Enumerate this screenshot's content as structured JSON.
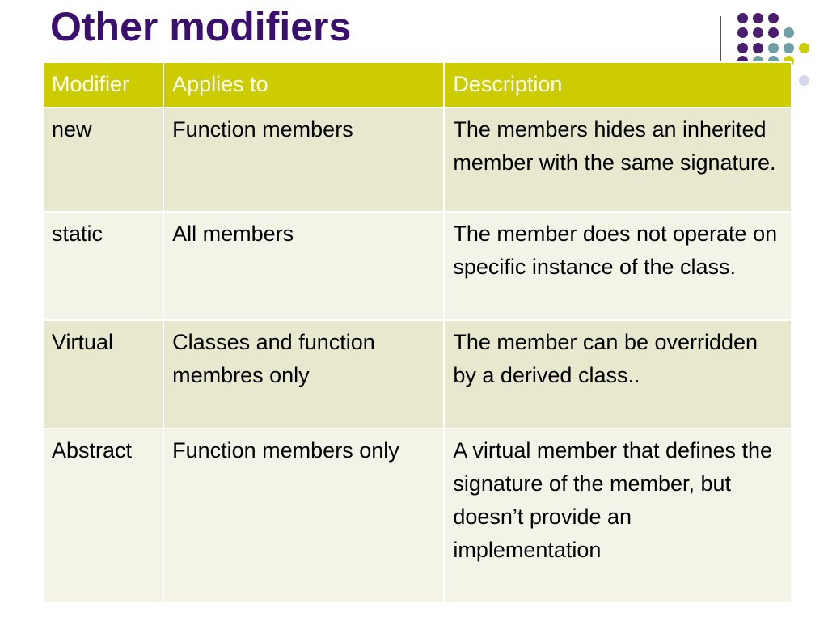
{
  "slide": {
    "title": "Other modifiers"
  },
  "colors": {
    "title": "#3a0f6e",
    "header_bg": "#cccc00",
    "header_text": "#ffffff",
    "row_odd_bg": "#e8e8cf",
    "row_even_bg": "#f3f3e8",
    "dot_purple": "#4b1d6e",
    "dot_teal": "#6f9ea4",
    "dot_yellow": "#cccc00",
    "dot_lavender": "#d4d6ee"
  },
  "table": {
    "headers": [
      "Modifier",
      "Applies to",
      "Description"
    ],
    "rows": [
      {
        "modifier": "new",
        "applies_to": "Function members",
        "description": "The members hides an inherited member with the same signature."
      },
      {
        "modifier": "static",
        "applies_to": "All members",
        "description": "The member does not operate on specific instance of the class."
      },
      {
        "modifier": "Virtual",
        "applies_to": "Classes and function membres only",
        "description": "The member can be overridden by a derived class.."
      },
      {
        "modifier": "Abstract",
        "applies_to": "Function members only",
        "description": "A virtual member that defines the signature of the member, but doesn’t provide  an implementation"
      }
    ]
  }
}
